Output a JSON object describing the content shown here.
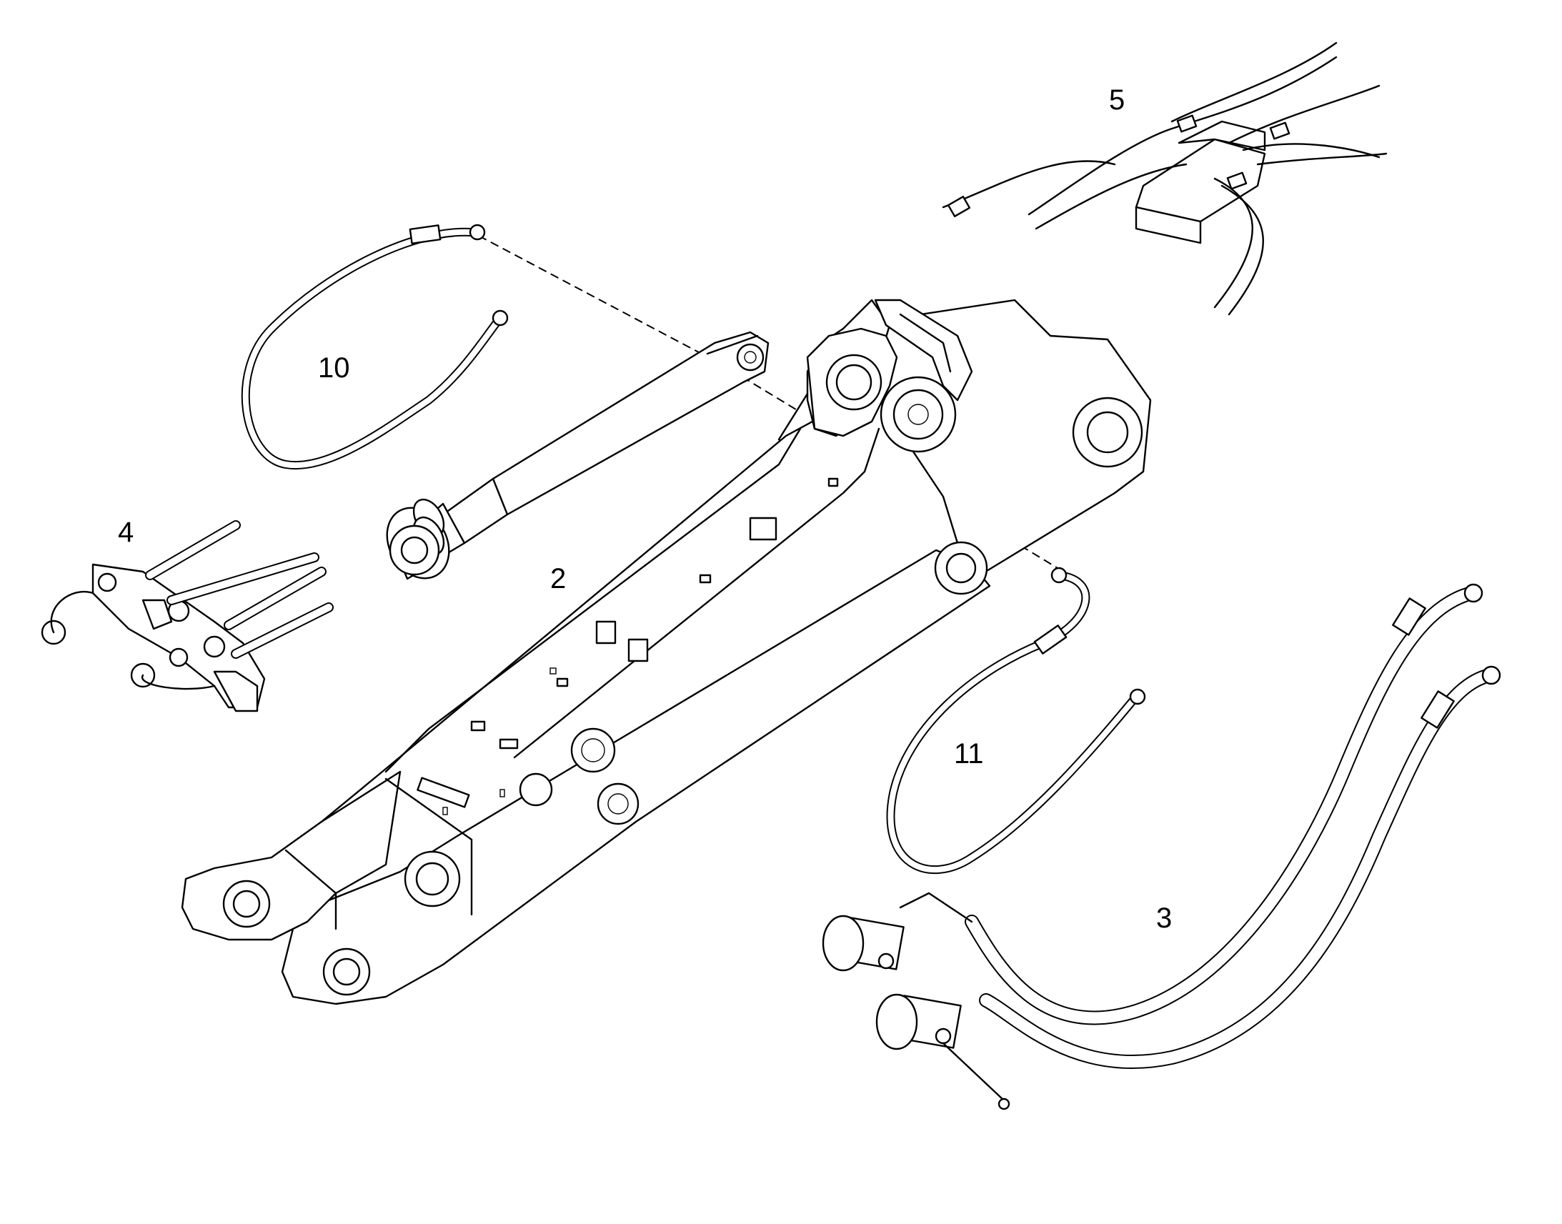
{
  "labels": {
    "boom": "2",
    "hose_pair": "3",
    "coupling_plate": "4",
    "valve_block": "5",
    "hose_upper": "10",
    "hose_lower": "11"
  }
}
